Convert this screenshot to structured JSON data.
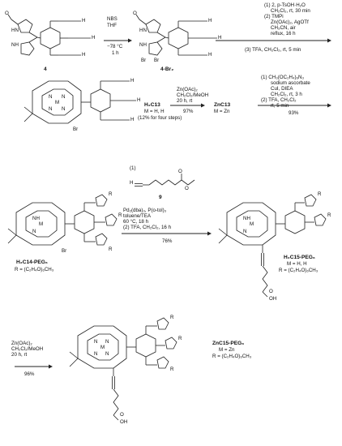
{
  "compounds": {
    "c4": "4",
    "c4br2": "4-Br₂",
    "h2c13": "H₂C13",
    "h2c13_sub": "M = H, H",
    "h2c13_yield": "(12% for four steps)",
    "znc13": "ZnC13",
    "znc13_sub": "M = Zn",
    "h2c14": "H₂C14-PEG₆",
    "h2c14_sub": "R = (C₂H₄O)₆CH₃",
    "h2c15": "H₂C15-PEG₆",
    "h2c15_sub1": "M = H, H",
    "h2c15_sub2": "R = (C₂H₄O)₆CH₃",
    "znc15": "ZnC15-PEG₆",
    "znc15_sub1": "M = Zn",
    "znc15_sub2": "R = (C₂H₄O)₆CH₃",
    "reagent9": "9"
  },
  "steps": {
    "s1": [
      "NBS",
      "THF",
      "−78 °C",
      "1 h"
    ],
    "s2": [
      "(1) 2, p-TsOH·H₂O",
      "CH₂Cl₂, rt, 30 min",
      "(2) TMPi",
      "Zn(OAc)₂, AgOTf",
      "CH₃CN, air",
      "reflux, 16 h",
      "(3) TFA, CH₂Cl₂, rt, 5 min"
    ],
    "s3": [
      "Zn(OAc)₂",
      "CH₂Cl₂/MeOH",
      "20 h, rt"
    ],
    "s3_yield": "97%",
    "s4": [
      "(1) CH₃(OC₂H₄)₆N₃",
      "sodium ascorbate",
      "CuI, DIEA",
      "CH₂Cl₂, rt, 3 h",
      "(2) TFA, CH₂Cl₂",
      "rt, 5 min"
    ],
    "s4_yield": "93%",
    "s5_pre": "(1)",
    "s5": [
      "Pd₂(dba)₃, P(o-tol)₃",
      "toluene/TEA",
      "60 °C, 18 h",
      "(2) TFA, CH₂Cl₂, 16 h"
    ],
    "s5_yield": "76%",
    "s6": [
      "Zn(OAc)₂",
      "CH₂Cl₂/MeOH",
      "20 h, rt"
    ],
    "s6_yield": "96%"
  },
  "atoms": {
    "O": "O",
    "H": "H",
    "NH": "NH",
    "HN": "HN",
    "N": "N",
    "Br": "Br",
    "M": "M",
    "R": "R",
    "OH": "OH"
  }
}
